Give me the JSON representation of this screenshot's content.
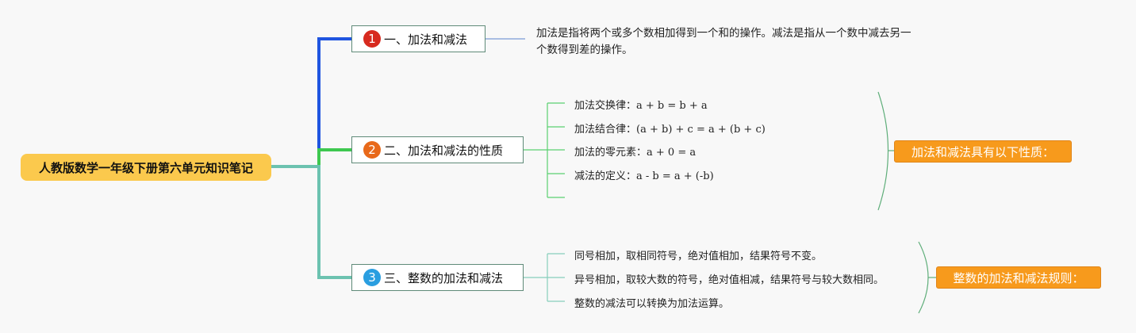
{
  "root": {
    "title": "人教版数学一年级下册第六单元知识笔记"
  },
  "branches": [
    {
      "num": "1",
      "label": "一、加法和减法",
      "color": "#d72a1f"
    },
    {
      "num": "2",
      "label": "二、加法和减法的性质",
      "color": "#e8691a"
    },
    {
      "num": "3",
      "label": "三、整数的加法和减法",
      "color": "#2a9ee0"
    }
  ],
  "branch1": {
    "description_line1": "加法是指将两个或多个数相加得到一个和的操作。减法是指从一个数中减去另一",
    "description_line2": "个数得到差的操作。"
  },
  "branch2": {
    "items": [
      {
        "name": "加法交换律：",
        "formula": "a + b = b + a"
      },
      {
        "name": "加法结合律：",
        "formula": "(a + b) + c = a + (b + c)"
      },
      {
        "name": "加法的零元素：",
        "formula": "a + 0 = a"
      },
      {
        "name": "减法的定义：",
        "formula": "a - b = a + (-b)"
      }
    ],
    "note": "加法和减法具有以下性质："
  },
  "branch3": {
    "items": [
      "同号相加，取相同符号，绝对值相加，结果符号不变。",
      "异号相加，取较大数的符号，绝对值相减，结果符号与较大数相同。",
      "整数的减法可以转换为加法运算。"
    ],
    "note": "整数的加法和减法规则："
  },
  "colors": {
    "connector_branch1": "#1f55e0",
    "connector_branch2": "#3ec850",
    "connector_branch3": "#6cc2b0",
    "root_fill": "#fbc94d",
    "note_fill": "#f79a1c"
  }
}
